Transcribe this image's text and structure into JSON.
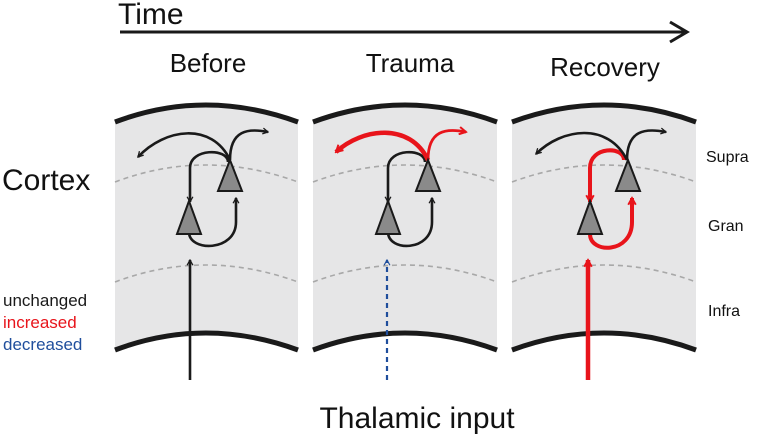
{
  "time_label": "Time",
  "left_label": "Cortex",
  "bottom_label": "Thalamic input",
  "panels": [
    {
      "title": "Before"
    },
    {
      "title": "Trauma"
    },
    {
      "title": "Recovery"
    }
  ],
  "layers": {
    "supra": "Supra",
    "gran": "Gran",
    "infra": "Infra"
  },
  "legend": [
    {
      "label": "unchanged",
      "color": "#1a1a1a"
    },
    {
      "label": "increased",
      "color": "#e8141b"
    },
    {
      "label": "decreased",
      "color": "#1f4e9c"
    }
  ],
  "colors": {
    "panel_fill": "#e6e6e7",
    "boundary": "#1a1a1a",
    "layer_divider": "#a8a8a8",
    "neuron_fill": "#8a8a8a",
    "unchanged": "#1a1a1a",
    "increased": "#e8141b",
    "decreased": "#1f4e9c"
  },
  "pathway_states": [
    {
      "panel": "Before",
      "thalamic_input": "unchanged",
      "supra_output": "unchanged",
      "gran_to_supra_loop": "unchanged"
    },
    {
      "panel": "Trauma",
      "thalamic_input": "decreased",
      "supra_output": "increased",
      "gran_to_supra_loop": "unchanged"
    },
    {
      "panel": "Recovery",
      "thalamic_input": "increased",
      "supra_output": "unchanged",
      "gran_to_supra_loop": "increased"
    }
  ]
}
